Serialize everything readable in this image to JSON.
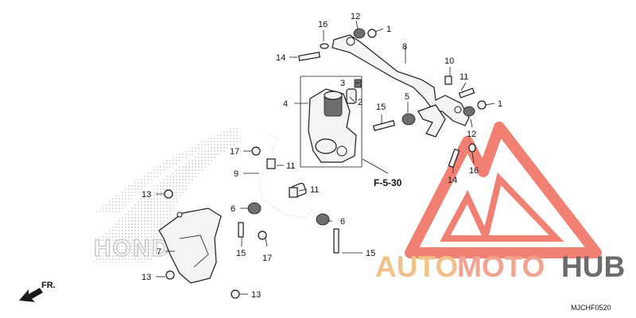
{
  "diagram": {
    "callouts": {
      "c1a": "1",
      "c1b": "1",
      "c2": "2",
      "c3": "3",
      "c4": "4",
      "c5": "5",
      "c6a": "6",
      "c6b": "6",
      "c7": "7",
      "c8": "8",
      "c9": "9",
      "c10": "10",
      "c11a": "11",
      "c11b": "11",
      "c11c": "11",
      "c12a": "12",
      "c12b": "12",
      "c13a": "13",
      "c13b": "13",
      "c13c": "13",
      "c14a": "14",
      "c14b": "14",
      "c15a": "15",
      "c15b": "15",
      "c15c": "15",
      "c16a": "16",
      "c16b": "16",
      "c17a": "17",
      "c17b": "17"
    },
    "section_ref": "F-5-30",
    "direction_label": "FR.",
    "drawing_code": "MJCHF0520",
    "background_logo_text": "HONDA"
  },
  "watermark": {
    "part1": "AUTO",
    "part2": "MOTO",
    "part3": "HUB",
    "colors": {
      "auto": "#f2c18a",
      "moto": "#f3a28f",
      "hub": "#6b6b6b",
      "logo": "#ef6a5a"
    }
  }
}
